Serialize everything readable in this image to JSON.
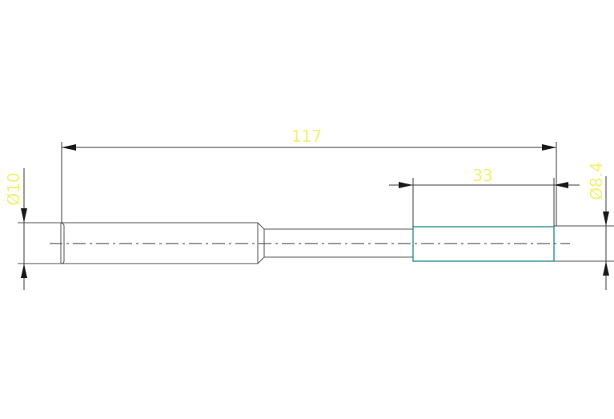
{
  "drawing": {
    "dimensions": {
      "overall_length": "117",
      "section_length": "33",
      "left_diameter": "Ø10",
      "right_diameter": "Ø8.4"
    },
    "colors": {
      "background": "#ffffff",
      "panel": "#ffffff",
      "dimension_text": "#f2f07a",
      "outline": "#505050",
      "selection": "#2e8f96"
    }
  }
}
